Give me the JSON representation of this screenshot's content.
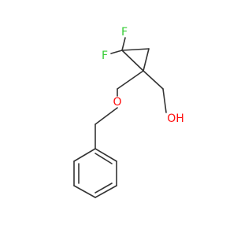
{
  "molecule": {
    "atoms": {
      "fluorine_top": "F",
      "fluorine_left": "F",
      "ether_oxygen": "O",
      "hydroxyl": "OH"
    },
    "colors": {
      "bond": "#333333",
      "fluorine": "#33cc33",
      "oxygen": "#ff0d0d"
    }
  }
}
